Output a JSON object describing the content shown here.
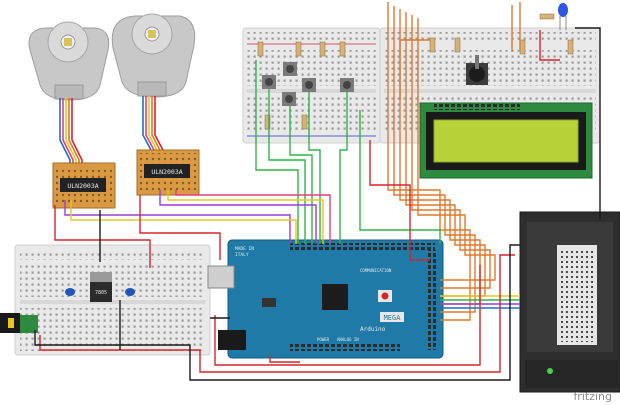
{
  "driver_left": {
    "label": "ULN2003A"
  },
  "driver_right": {
    "label": "ULN2003A"
  },
  "regulator": {
    "label": "7805"
  },
  "arduino": {
    "made_in": "MADE IN",
    "country": "ITALY",
    "communication": "COMMUNICATION",
    "brand": "Arduino",
    "model": "MEGA",
    "power": "POWER",
    "analog_in": "ANALOG IN"
  },
  "watermark": {
    "text": "fritzing"
  },
  "colors": {
    "arduino": "#1f7aa8",
    "lcd_screen": "#b6d43a",
    "lcd_pcb": "#2d8a3e",
    "driver_board": "#d99a43",
    "motor": "#c8c8c8",
    "breadboard": "#e9e9e9",
    "wire_orange": "#e0792b",
    "wire_green": "#30b34a",
    "wire_red": "#d6262a",
    "wire_purple": "#9b3fd1",
    "wire_yellow": "#e8c81f",
    "printer": "#2e2e2e"
  }
}
